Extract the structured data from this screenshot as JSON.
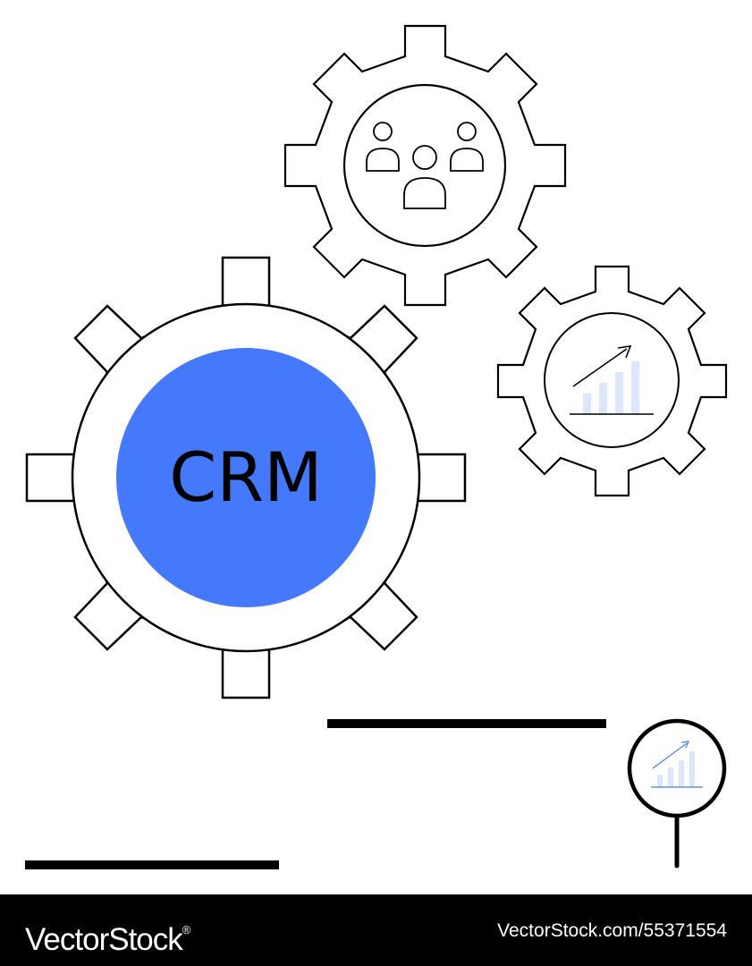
{
  "center_label": "CRM",
  "footer": {
    "brand": "VectorStock",
    "registered_mark": "®",
    "image_id": "VectorStock.com/55371554"
  },
  "colors": {
    "accent": "#4479fc",
    "chart_bars": "#dce6fc",
    "stroke": "#000000",
    "background": "#ffffff"
  },
  "icons": [
    "large-gear-icon",
    "people-gear-icon",
    "chart-gear-icon",
    "magnifier-icon",
    "growth-chart-icon"
  ]
}
